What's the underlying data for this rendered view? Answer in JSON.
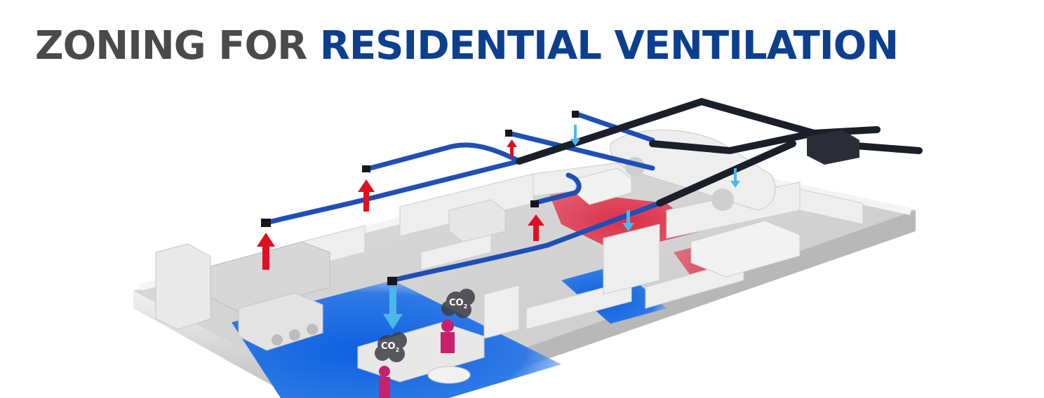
{
  "title": {
    "part1": "ZONING FOR ",
    "part2": "RESIDENTIAL VENTILATION"
  },
  "labels": {
    "co2_a": "CO",
    "co2_b": "CO",
    "sub": "2"
  },
  "colors": {
    "title_gray": "#4a4a4c",
    "title_blue": "#0d3f8f",
    "supply_duct": "#1f4fb5",
    "extract_duct": "#1b1f2a",
    "warm_zone": "#d9304a",
    "cool_zone": "#1565d8",
    "airflow_up": "#e01020",
    "airflow_down": "#4ab8ea",
    "occupant": "#c8206e"
  },
  "icons": [
    "airflow-up-arrow",
    "airflow-down-arrow",
    "co2-cloud",
    "car",
    "bed",
    "sofa"
  ]
}
